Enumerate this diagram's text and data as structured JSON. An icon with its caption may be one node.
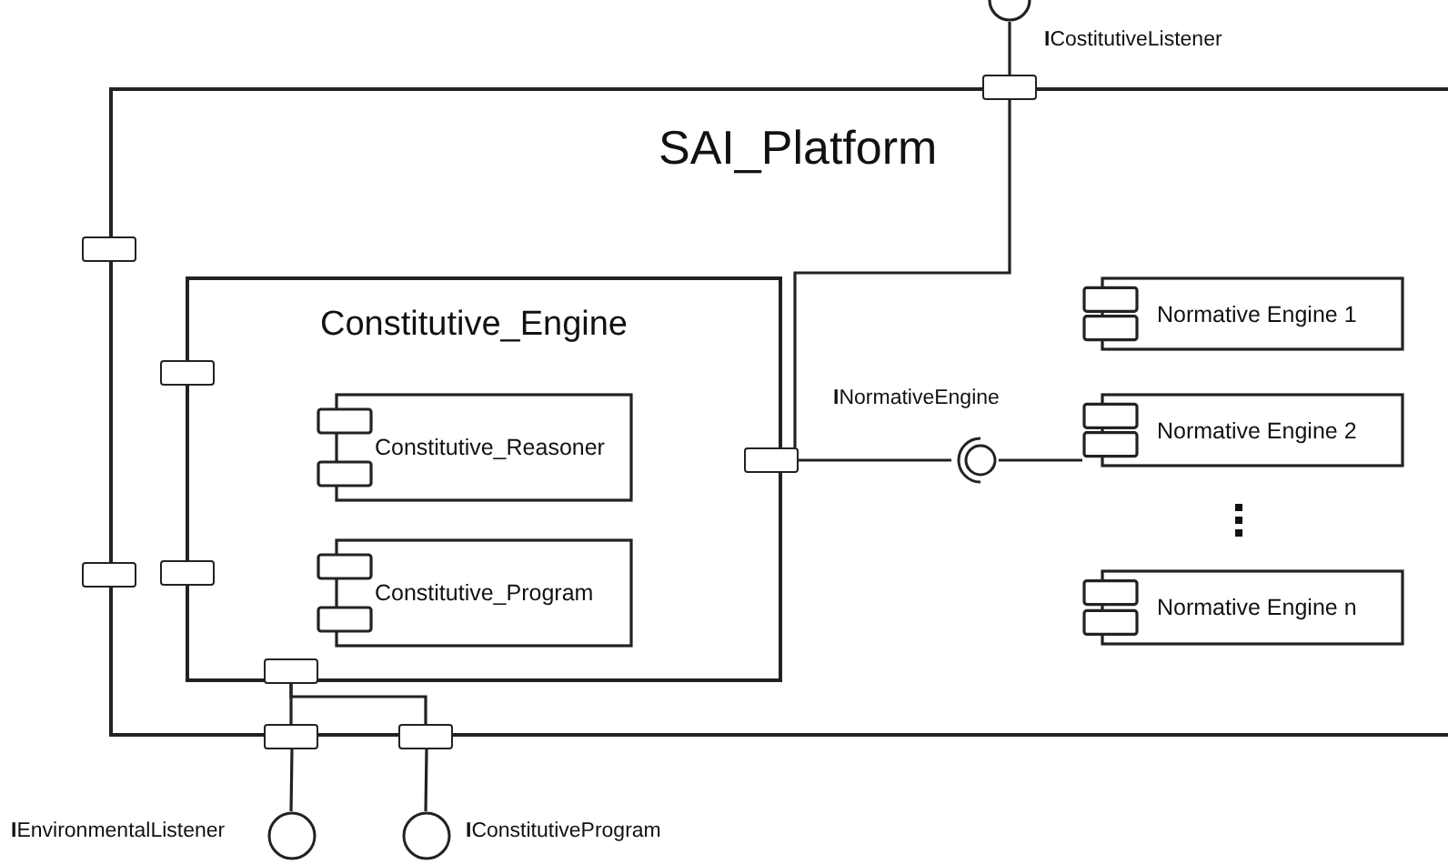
{
  "diagram": {
    "nodes": [
      {
        "text": [
          "SAI_Platform"
        ]
      },
      {
        "text": [
          "Constitutive_Engine"
        ],
        "in": 0
      },
      {
        "text": [
          "Constitutive_Reasoner"
        ],
        "in": 1
      },
      {
        "text": [
          "Constitutive_Program"
        ],
        "in": 1
      },
      {
        "text": [
          "Normative Engine 1"
        ],
        "in": 0
      },
      {
        "text": [
          "Normative Engine 2"
        ],
        "in": 0
      },
      {
        "text": [
          "Normative Engine n"
        ],
        "in": 0
      },
      {
        "text": [],
        "shape": "box"
      },
      {
        "text": [],
        "shape": "box"
      },
      {
        "text": [],
        "shape": "box"
      },
      {
        "text": [],
        "shape": "box",
        "in": 0
      },
      {
        "text": [],
        "shape": "box",
        "in": 0
      },
      {
        "text": [],
        "shape": "box",
        "in": 0
      },
      {
        "text": [],
        "shape": "box",
        "in": 1
      },
      {
        "text": [],
        "shape": "box"
      },
      {
        "text": [],
        "shape": "box"
      },
      {
        "text": [],
        "shape": "socket",
        "beside": [
          "**I**CostitutiveListener"
        ]
      },
      {
        "text": [],
        "shape": "circle",
        "in": 0,
        "beside": [
          "**I**NormativeEngine"
        ]
      },
      {
        "text": [],
        "shape": "circle",
        "beside": [
          "**I**EnvironmentalListener"
        ]
      },
      {
        "text": [],
        "shape": "circle",
        "beside": [
          "**I**ConstitutiveProgram"
        ]
      }
    ],
    "edges": [
      {
        "from": 16,
        "to": 7,
        "arrow": "none"
      },
      {
        "from": 7,
        "to": 12,
        "arrow": "none"
      },
      {
        "from": 12,
        "to": 17,
        "arrow": "none"
      },
      {
        "from": 17,
        "to": 5,
        "arrow": "none"
      },
      {
        "from": 13,
        "to": 14,
        "arrow": "none"
      },
      {
        "from": 13,
        "to": 15,
        "arrow": "none"
      },
      {
        "from": 14,
        "to": 18,
        "arrow": "none"
      },
      {
        "from": 15,
        "to": 19,
        "arrow": "none"
      }
    ]
  }
}
